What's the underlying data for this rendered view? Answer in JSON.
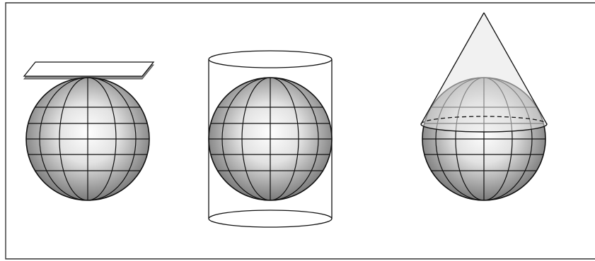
{
  "figure": {
    "panels": [
      {
        "projection": "planar",
        "surface_shape": "plane"
      },
      {
        "projection": "cylindrical",
        "surface_shape": "cylinder"
      },
      {
        "projection": "conic",
        "surface_shape": "cone"
      }
    ],
    "colors": {
      "frame": "#333333",
      "outline": "#111111",
      "globe_light": "#ffffff",
      "globe_dark": "#7a7a7a",
      "plane_shadow": "#8c8c8c",
      "cone_fill": "#e6e6e6"
    }
  }
}
